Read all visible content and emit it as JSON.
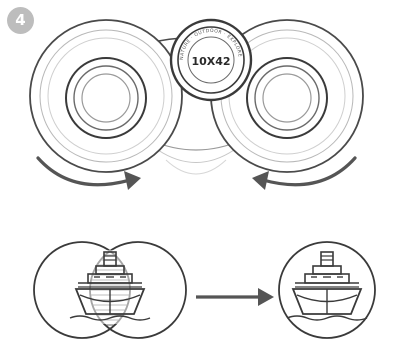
{
  "step": {
    "number": "4"
  },
  "binoculars": {
    "magnification_label": "10X42",
    "hinge_ring_text": "NATURE · OUTDOOR · EXPLORE · "
  },
  "icons": {
    "left_rotate_arrow": "curved-arrow-right-icon",
    "right_rotate_arrow": "curved-arrow-left-icon",
    "blurred_view": "double-ship-view-icon",
    "clear_view": "single-ship-view-icon",
    "transition_arrow": "arrow-right-icon"
  },
  "colors": {
    "badge": "#bdbdbd",
    "line": "#3a3a3a",
    "arrow": "#555555"
  }
}
